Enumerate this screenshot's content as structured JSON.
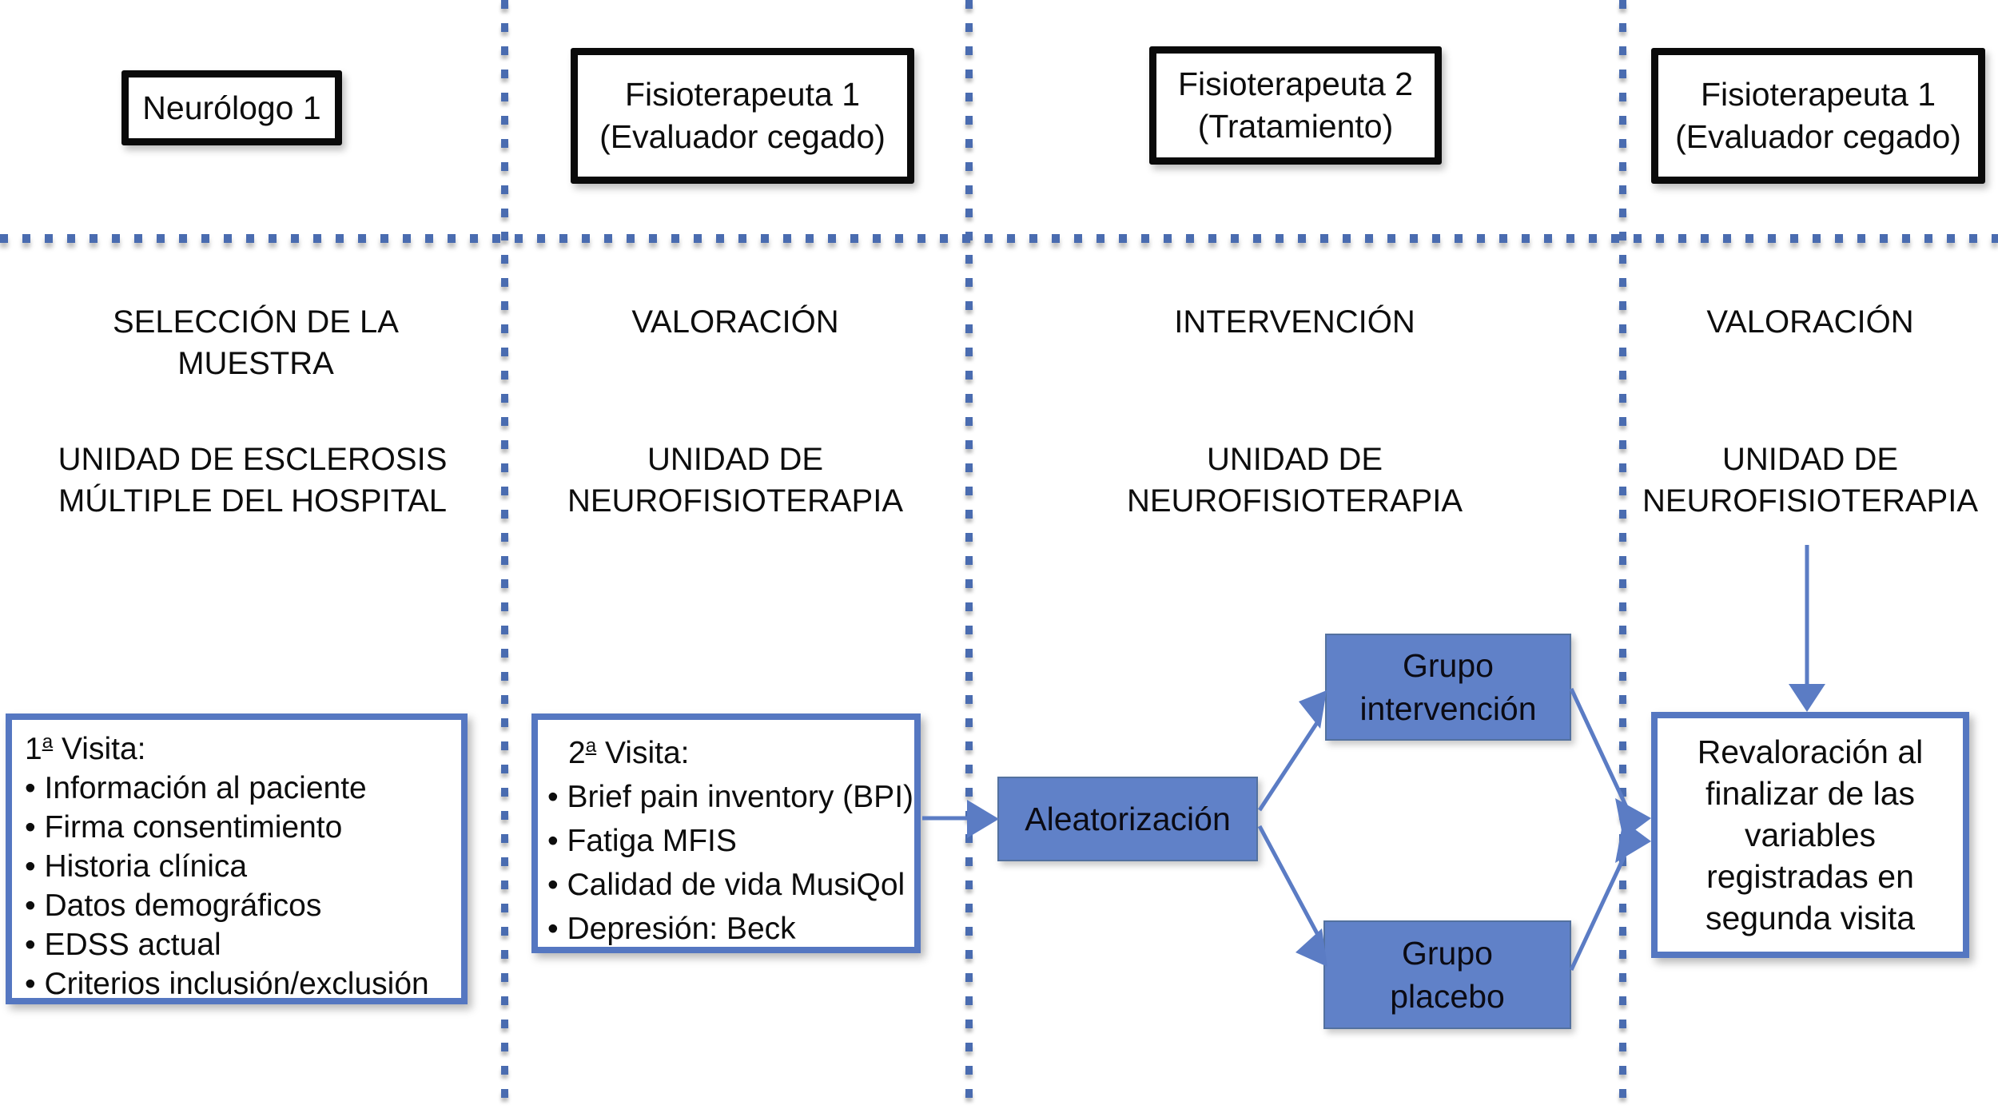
{
  "diagram": {
    "title_semantic": "Ensayo clínico - flujo del estudio",
    "colors": {
      "accent_fill": "#6081c8",
      "accent_border": "#5577c1",
      "connector": "#5b7cc4",
      "dotted_line": "#4a6cb0",
      "actor_border": "#0a0a0a"
    },
    "columns": [
      {
        "actor_lines": [
          "Neurólogo 1"
        ],
        "phase_lines": [
          "SELECCIÓN DE LA",
          "MUESTRA"
        ],
        "unit_lines": [
          "UNIDAD DE ESCLEROSIS",
          "MÚLTIPLE DEL HOSPITAL"
        ]
      },
      {
        "actor_lines": [
          "Fisioterapeuta 1",
          "(Evaluador cegado)"
        ],
        "phase_lines": [
          "VALORACIÓN"
        ],
        "unit_lines": [
          "UNIDAD DE",
          "NEUROFISIOTERAPIA"
        ]
      },
      {
        "actor_lines": [
          "Fisioterapeuta 2",
          "(Tratamiento)"
        ],
        "phase_lines": [
          "INTERVENCIÓN"
        ],
        "unit_lines": [
          "UNIDAD DE",
          "NEUROFISIOTERAPIA"
        ]
      },
      {
        "actor_lines": [
          "Fisioterapeuta 1",
          "(Evaluador cegado)"
        ],
        "phase_lines": [
          "VALORACIÓN"
        ],
        "unit_lines": [
          "UNIDAD DE",
          "NEUROFISIOTERAPIA"
        ]
      }
    ],
    "visit1": {
      "num": "1",
      "ord": "a",
      "title_rest": " Visita:",
      "items": [
        "Información al paciente",
        "Firma consentimiento",
        "Historia clínica",
        "Datos demográficos",
        "EDSS actual",
        "Criterios inclusión/exclusión"
      ]
    },
    "visit2": {
      "num": "2",
      "ord": "a",
      "title_rest": " Visita:",
      "items": [
        "Brief pain inventory (BPI)",
        "Fatiga MFIS",
        "Calidad de vida MusiQol",
        "Depresión: Beck"
      ]
    },
    "randomization_label": "Aleatorización",
    "group_intervention_lines": [
      "Grupo",
      "intervención"
    ],
    "group_placebo_lines": [
      "Grupo",
      "placebo"
    ],
    "reassessment_lines": [
      "Revaloración al",
      "finalizar de las",
      "variables",
      "registradas en",
      "segunda visita"
    ]
  }
}
